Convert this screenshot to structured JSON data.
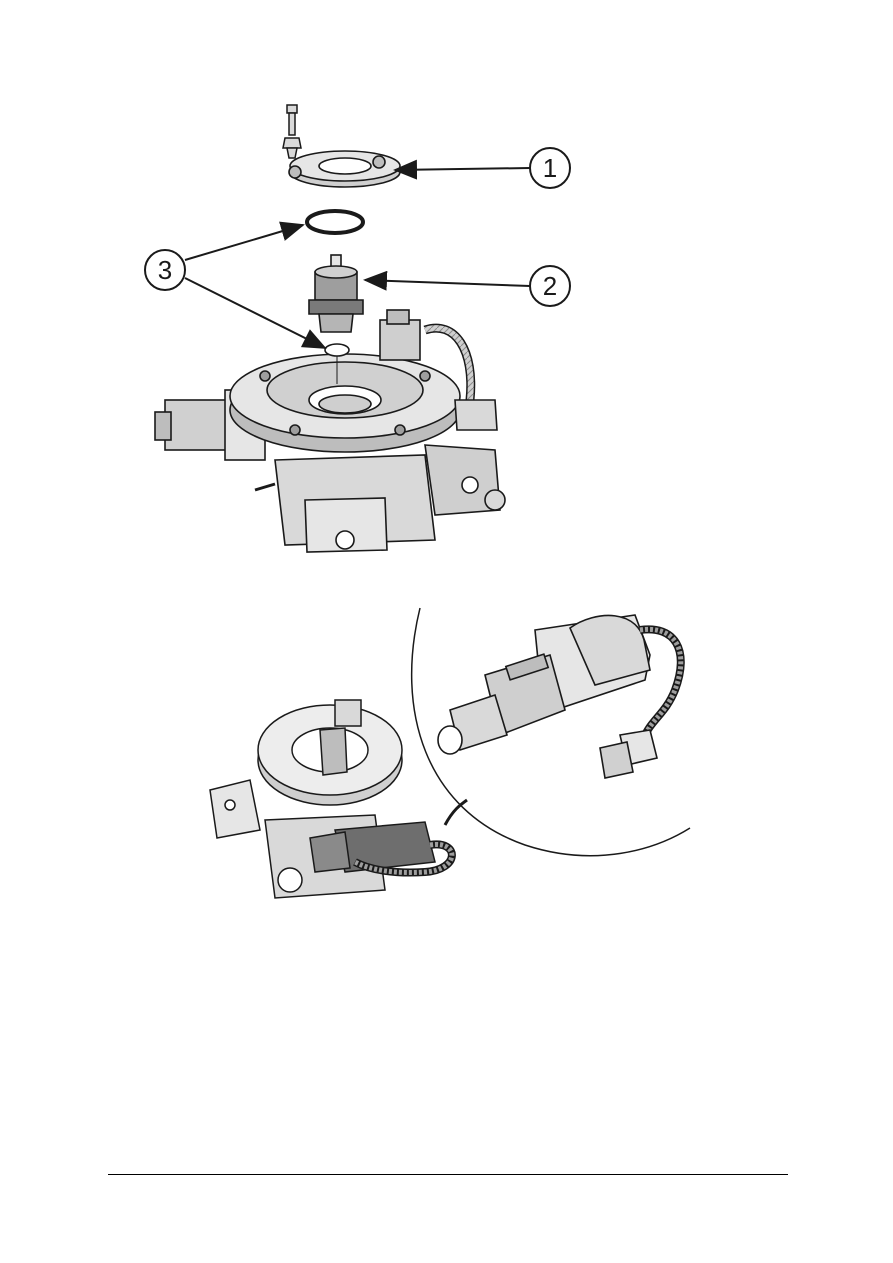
{
  "figure_top": {
    "callouts": [
      {
        "number": "1"
      },
      {
        "number": "2"
      },
      {
        "number": "3"
      }
    ]
  },
  "colors": {
    "line": "#1a1a1a",
    "shade_light": "#d9d9d9",
    "shade_mid": "#b5b5b5",
    "shade_dark": "#6e6e6e",
    "paper": "#ffffff"
  }
}
